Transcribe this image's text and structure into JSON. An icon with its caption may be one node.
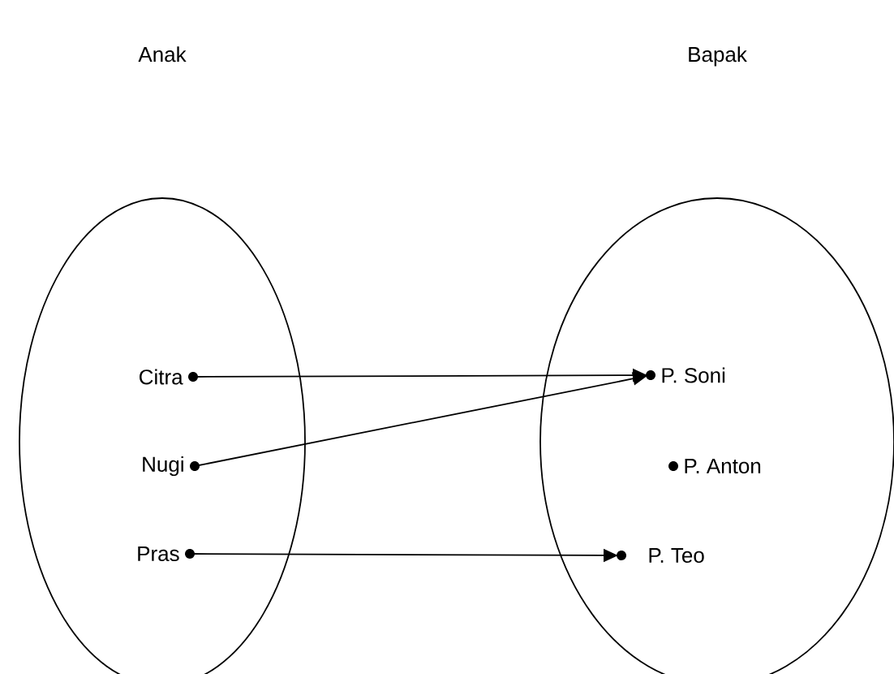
{
  "diagram": {
    "nodes": [
      {
        "text": [],
        "shape": "ellipse"
      },
      {
        "text": [
          "Citra"
        ],
        "in": 0
      },
      {
        "text": [
          "Nugi"
        ],
        "in": 0
      },
      {
        "text": [
          "Pras"
        ],
        "in": 0
      },
      {
        "text": [],
        "shape": "ellipse"
      },
      {
        "text": [
          "P. Soni"
        ],
        "in": 4
      },
      {
        "text": [
          "P. Anton"
        ],
        "in": 4
      },
      {
        "text": [
          "P. Teo"
        ],
        "in": 4
      }
    ],
    "edges": [
      {
        "from": 1,
        "to": 5,
        "arrow": "to"
      },
      {
        "from": 2,
        "to": 5,
        "arrow": "to"
      },
      {
        "from": 3,
        "to": 7,
        "arrow": "to"
      }
    ],
    "labels": [
      "Anak",
      "Bapak"
    ]
  }
}
